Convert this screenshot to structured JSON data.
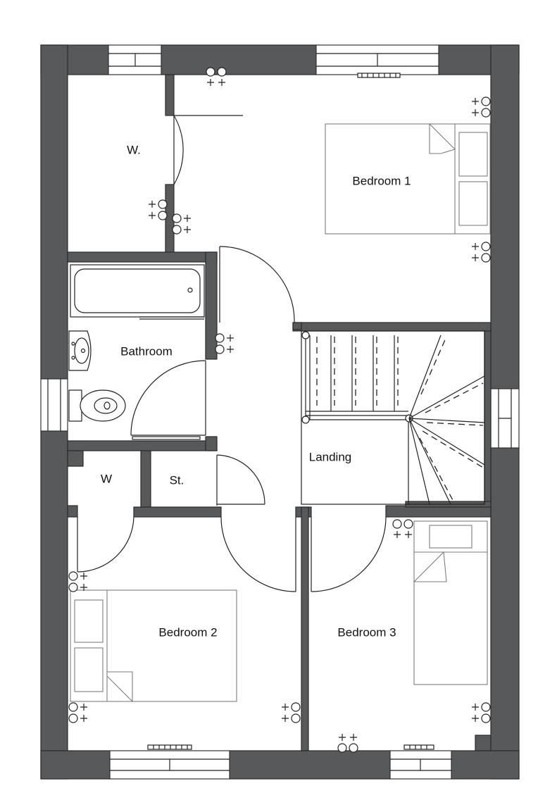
{
  "rooms": {
    "bedroom1": "Bedroom 1",
    "bedroom2": "Bedroom 2",
    "bedroom3": "Bedroom 3",
    "bathroom": "Bathroom",
    "landing": "Landing",
    "wardrobe_top": "W.",
    "wardrobe_small": "W",
    "store": "St."
  },
  "colors": {
    "wall_fill": "#58595b",
    "line": "#222222",
    "furniture": "#7d7d7d"
  }
}
